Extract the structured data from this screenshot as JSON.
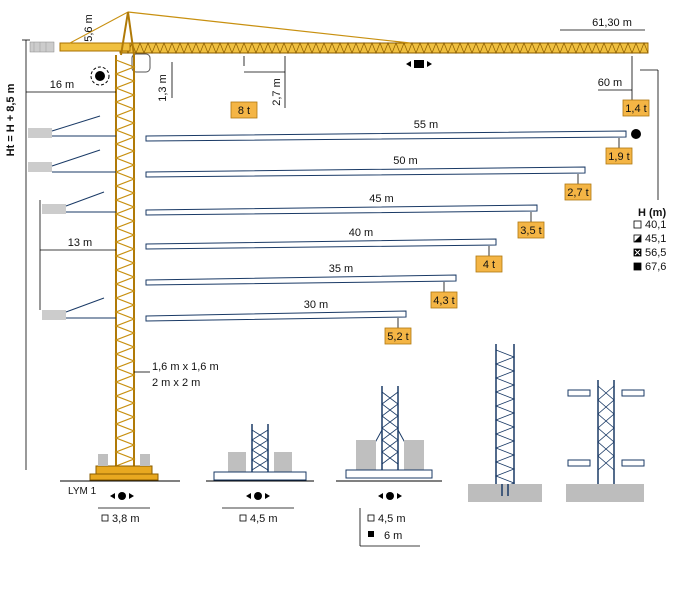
{
  "heights": {
    "tower_label": "Ht = H + 8,5 m",
    "top_label": "5,6 m",
    "hook_label": "1,3 m",
    "counter_label": "16 m",
    "counter_mid_label": "13 m",
    "trolley_label": "2,7 m"
  },
  "jib": {
    "max_label": "61,30 m",
    "tip_label": "60 m",
    "tip_load": "1,4 t",
    "trolley_load": "8 t"
  },
  "reach_lines": [
    {
      "length": "55 m",
      "load": "1,9 t"
    },
    {
      "length": "50 m",
      "load": "2,7 t"
    },
    {
      "length": "45 m",
      "load": "3,5 t"
    },
    {
      "length": "40 m",
      "load": "4 t"
    },
    {
      "length": "35 m",
      "load": "4,3 t"
    },
    {
      "length": "30 m",
      "load": "5,2 t"
    }
  ],
  "mast": {
    "section_a": "1,6 m x 1,6 m",
    "section_b": "2 m x 2 m",
    "base_code": "LYM 1"
  },
  "height_legend": {
    "title": "H (m)",
    "items": [
      "40,1",
      "45,1",
      "56,5",
      "67,6"
    ]
  },
  "bases": [
    {
      "label": "3,8 m"
    },
    {
      "label": "4,5 m"
    },
    {
      "label": "4,5 m",
      "label2": "6 m"
    }
  ],
  "colors": {
    "tower": "#e8a820",
    "tower_dark": "#b07a08",
    "tag": "#f4b545",
    "reach_line": "#1a3a66",
    "ground": "#bdbdbd"
  }
}
